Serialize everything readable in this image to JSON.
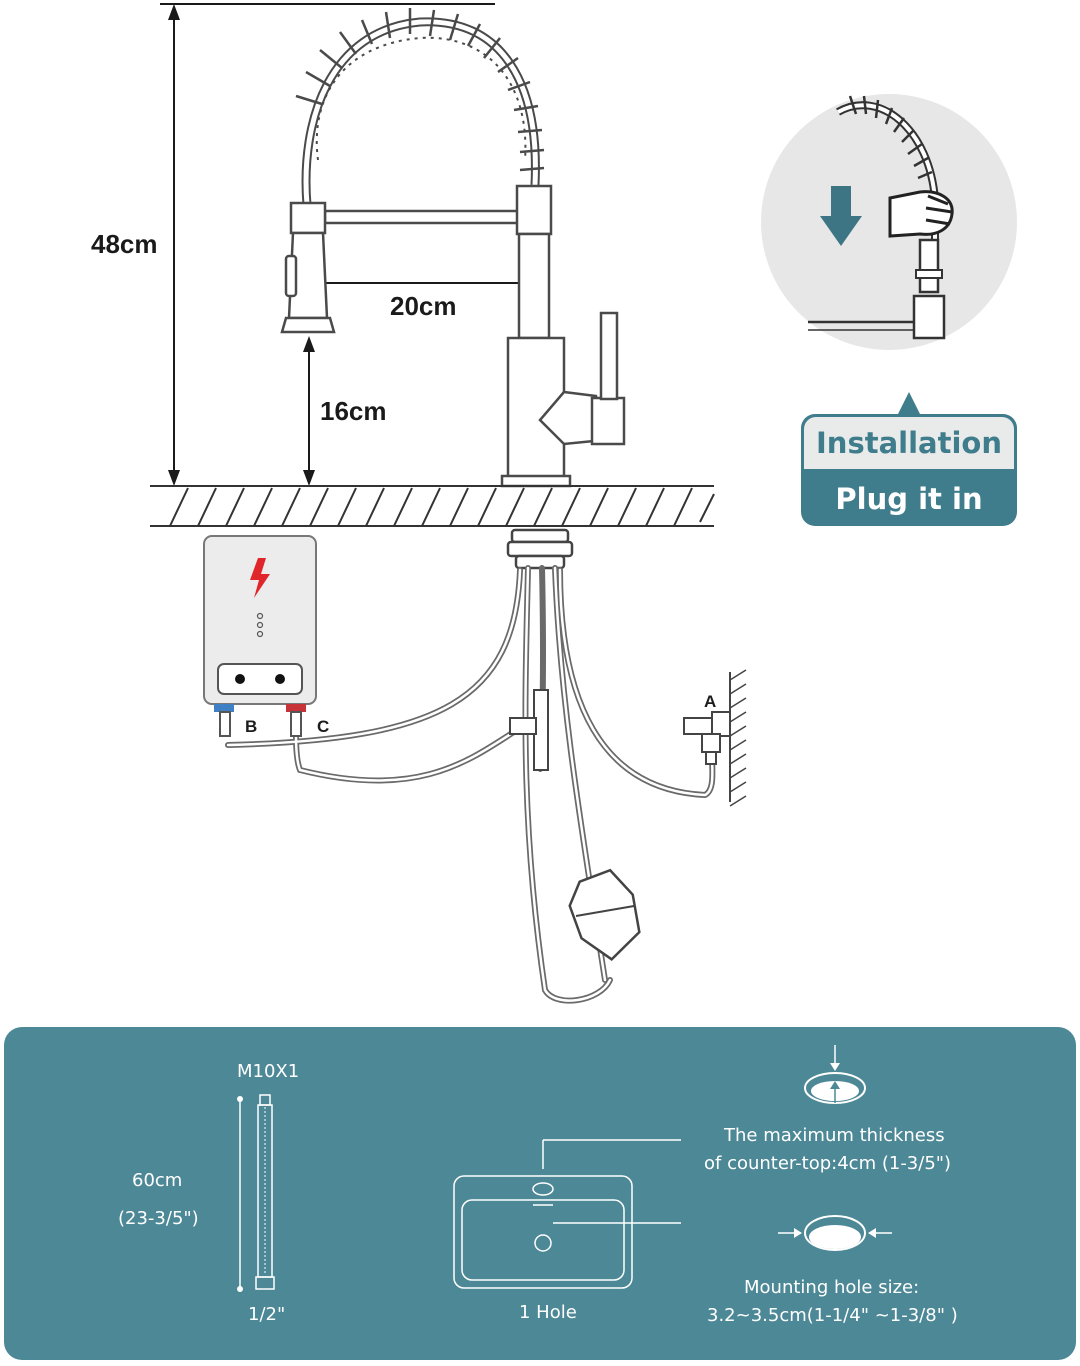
{
  "faucet_dimensions": {
    "total_height": "48cm",
    "reach": "20cm",
    "spout_clearance": "16cm"
  },
  "installation_badge": {
    "title": "Installation",
    "subtitle": "Plug it in"
  },
  "connection_labels": {
    "wall_valve": "A",
    "heater_cold": "B",
    "heater_hot": "C"
  },
  "spec_panel": {
    "hose_thread": "M10X1",
    "hose_length": "60cm",
    "hose_length_inch": "(23-3/5\")",
    "hose_fitting": "1/2\"",
    "sink_hole_label": "1 Hole",
    "thickness_line1": "The maximum thickness",
    "thickness_line2": "of counter-top:4cm (1-3/5\")",
    "hole_size_line1": "Mounting hole size:",
    "hole_size_line2": "3.2~3.5cm(1-1/4\" ~1-3/8\" )"
  },
  "colors": {
    "teal_panel": "#4d8896",
    "teal_badge": "#3f7d8c",
    "arrow_teal": "#3d7585",
    "cold_blue": "#3f7fc4",
    "hot_red": "#c8333a",
    "lightning_red": "#e0262b",
    "line_gray": "#555555"
  },
  "icons": [
    "down-arrow-icon",
    "hand-grip-icon",
    "lightning-icon"
  ]
}
